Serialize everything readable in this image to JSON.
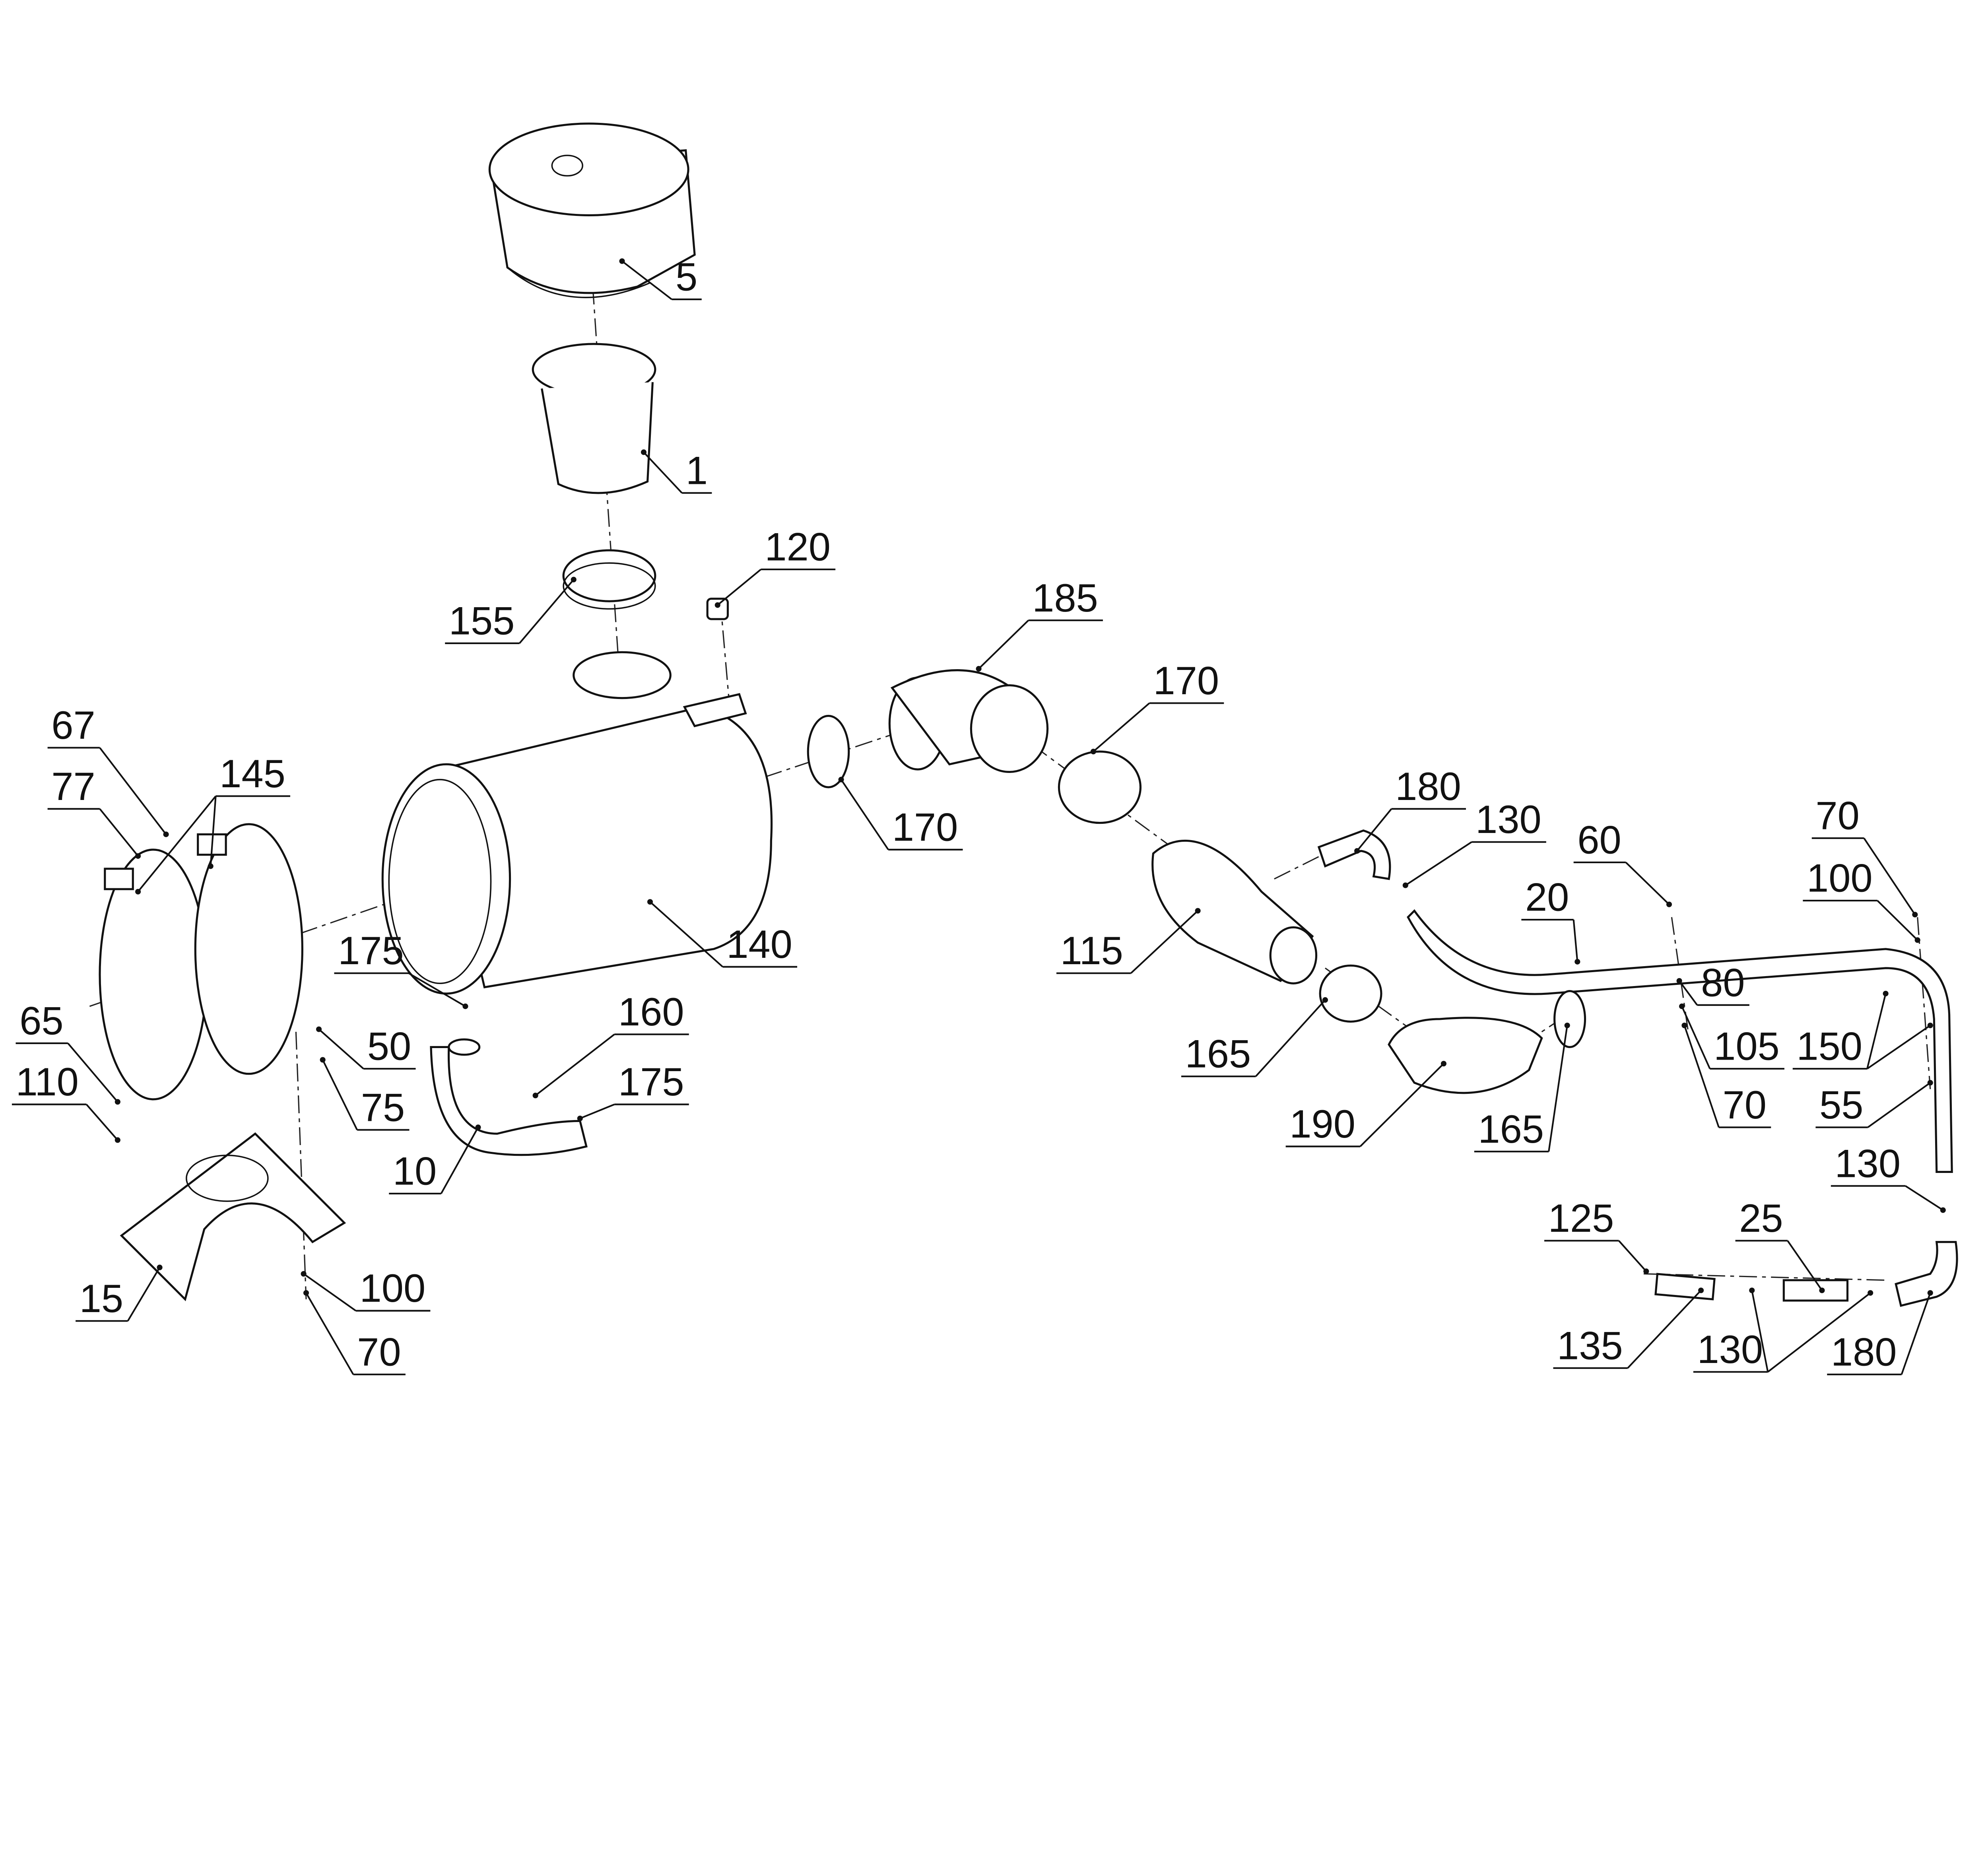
{
  "diagram": {
    "type": "exploded parts diagram",
    "labels": [
      "5",
      "1",
      "155",
      "120",
      "185",
      "170",
      "170",
      "67",
      "77",
      "145",
      "140",
      "175",
      "160",
      "175",
      "50",
      "75",
      "65",
      "110",
      "10",
      "15",
      "100",
      "70",
      "180",
      "130",
      "115",
      "60",
      "20",
      "70",
      "100",
      "80",
      "105",
      "150",
      "165",
      "190",
      "165",
      "70",
      "55",
      "130",
      "125",
      "25",
      "135",
      "130",
      "180"
    ]
  }
}
